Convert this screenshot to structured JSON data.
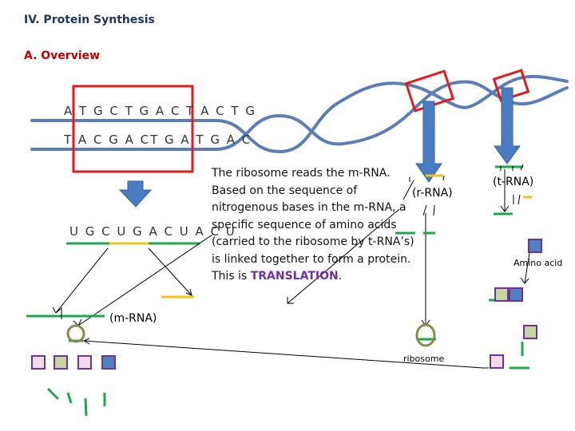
{
  "section_title": "IV. Protein Synthesis",
  "subsection_title": "A. Overview",
  "dna": {
    "strand_top": "A T G C T G A C T A C T G",
    "strand_bottom": "T A C G A CT G A T G A C"
  },
  "mrna_sequence": "U G C U G A C U A C U",
  "explanation": {
    "text": "The ribosome reads the m-RNA. Based on the sequence of nitrogenous bases in the m-RNA, a specific sequence of amino acids (carried to the ribosome by t-RNA’s) is linked together to form a protein. This is",
    "highlight": "TRANSLATION",
    "end": "."
  },
  "labels": {
    "rrna": "(r-RNA)",
    "trna": "(t-RNA)",
    "amino_acid": "Amino acid",
    "mrna": "(m-RNA)",
    "ribosome": "ribosome"
  },
  "colors": {
    "helix": "#5b7db8",
    "arrow": "#4a7cc2",
    "highlight_box": "#e31a1c",
    "strand_green": "#1aaa4a",
    "strand_yellow": "#f5c218",
    "ribosome_ring": "#8a8a4a",
    "pink_block": "#f4d9e6",
    "olive_block": "#c3d69b",
    "blue_block": "#4f81bd",
    "block_border": "#7030a0",
    "translation_text": "#7030a0"
  }
}
